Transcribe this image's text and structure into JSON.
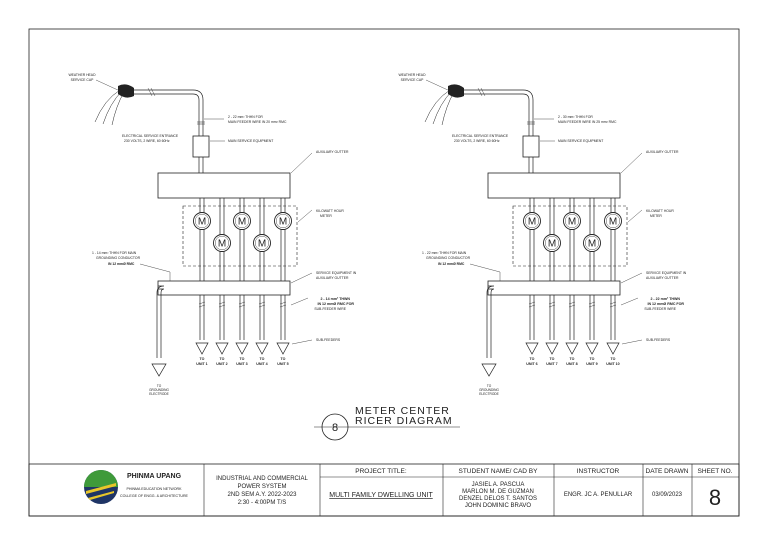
{
  "drawing": {
    "title_line1": "METER CENTER",
    "title_line2": "RICER DIAGRAM",
    "detail_number": "8",
    "meter_letter": "M",
    "left": {
      "weather_head": [
        "WEATHER HEAD",
        "SERVICE CAP"
      ],
      "main_feeder_note": [
        "2 - 22 mm² THHN FOR",
        "MAIN FEEDER WIRE IN 20 mm² RMC"
      ],
      "entrance_note": [
        "ELECTRICAL SERVICE ENTRANCE",
        "230 VOLTS, 2 WIRE, 60 60Hz"
      ],
      "main_service": "MAIN SERVICE EQUIPMENT",
      "aux_gutter": "AUXILIARY GUTTER",
      "kwh_meter": [
        "KILOWATT HOUR",
        "METER"
      ],
      "ground_note": [
        "1 - 14 mm² THHN FOR MAIN",
        "GROUNDING CONDUCTOR",
        "IN 12 mmØ RMC"
      ],
      "service_gutter": [
        "SERVICE EQUIPMENT IN",
        "AUXILIARY GUTTER"
      ],
      "sub_wire": [
        "2 - 14 mm² THWN",
        "IN 12 mmØ RMC FOR",
        "SUB-FEEDER WIRE"
      ],
      "sub_feeders": "SUB-FEEDERS",
      "grounding": [
        "TO",
        "GROUNDING",
        "ELECTRODE"
      ],
      "units": [
        "UNIT 1",
        "UNIT 2",
        "UNIT 3",
        "UNIT 4",
        "UNIT 5"
      ]
    },
    "right": {
      "weather_head": [
        "WEATHER HEAD",
        "SERVICE CAP"
      ],
      "main_feeder_note": [
        "2 - 30 mm² THHN FOR",
        "MAIN FEEDER WIRE IN 25 mm² RMC"
      ],
      "entrance_note": [
        "ELECTRICAL SERVICE ENTRANCE",
        "230 VOLTS, 2 WIRE, 60 60Hz"
      ],
      "main_service": "MAIN SERVICE EQUIPMENT",
      "aux_gutter": "AUXILIARY GUTTER",
      "kwh_meter": [
        "KILOWATT HOUR",
        "METER"
      ],
      "ground_note": [
        "1 - 22 mm² THHN FOR MAIN",
        "GROUNDING CONDUCTOR",
        "IN 12 mmØ RMC"
      ],
      "service_gutter": [
        "SERVICE EQUIPMENT IN",
        "AUXILIARY GUTTER"
      ],
      "sub_wire": [
        "2 - 22 mm² THWN",
        "IN 12 mmØ RMC FOR",
        "SUB-FEEDER WIRE"
      ],
      "sub_feeders": "SUB-FEEDERS",
      "grounding": [
        "TO",
        "GROUNDING",
        "ELECTRODE"
      ],
      "units": [
        "UNIT 6",
        "UNIT 7",
        "UNIT 8",
        "UNIT 9",
        "UNIT 10"
      ]
    },
    "to_word": "TO"
  },
  "title_block": {
    "school": "PHINMA UPANG",
    "network": "PHINMA EDUCATION NETWORK",
    "college": "COLLEGE OF ENGG. & ARCHITECTURE",
    "course": [
      "INDUSTRIAL AND COMMERCIAL",
      "POWER SYSTEM",
      "2ND SEM A.Y. 2022-2023",
      "2:30 - 4:00PM T/S"
    ],
    "project_title_label": "PROJECT TITLE:",
    "project_title": "MULTI FAMILY DWELLING UNIT",
    "student_label": "STUDENT NAME/ CAD BY",
    "students": [
      "JASIEL A. PASCUA",
      "MARLON M. DE GUZMAN",
      "DENZEL DELOS T. SANTOS",
      "JOHN DOMINIC BRAVO"
    ],
    "instructor_label": "INSTRUCTOR",
    "instructor": "ENGR. JC A. PENULLAR",
    "date_label": "DATE DRAWN",
    "date": "03/09/2023",
    "sheet_label": "SHEET NO.",
    "sheet": "8"
  },
  "colors": {
    "line": "#222222",
    "logo_green": "#3f9a3a",
    "logo_navy": "#1f3566",
    "logo_yellow": "#e8c62a"
  }
}
